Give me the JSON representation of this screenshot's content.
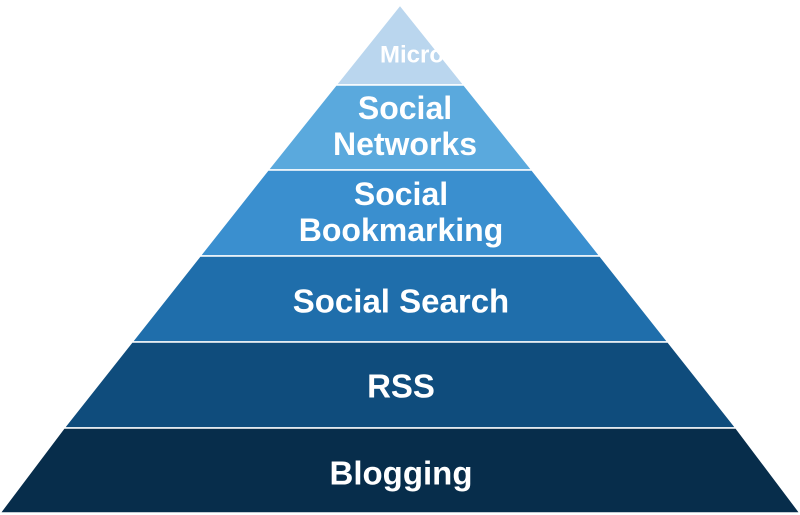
{
  "pyramid": {
    "tiers": [
      {
        "lines": [
          "Micro"
        ],
        "color": "#bad6ee"
      },
      {
        "lines": [
          "Social",
          "Networks"
        ],
        "color": "#5aa9dd"
      },
      {
        "lines": [
          "Social",
          "Bookmarking"
        ],
        "color": "#3a8fcf"
      },
      {
        "lines": [
          "Social Search"
        ],
        "color": "#1f6eab"
      },
      {
        "lines": [
          "RSS"
        ],
        "color": "#0f4c7c"
      },
      {
        "lines": [
          "Blogging"
        ],
        "color": "#072d4b"
      }
    ]
  }
}
